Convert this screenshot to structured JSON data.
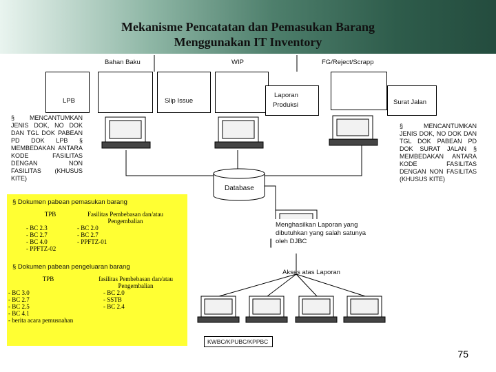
{
  "title": {
    "line1": "Mekanisme Pencatatan dan Pemasukan Barang",
    "line2": "Menggunakan IT Inventory"
  },
  "categories": {
    "raw": "Bahan Baku",
    "wip": "WIP",
    "fg": "FG/Reject/Scrapp"
  },
  "docs": {
    "lpb": "LPB",
    "slip": "Slip Issue",
    "laporan_line1": "Laporan",
    "laporan_line2": "Produksi",
    "surat_jalan": "Surat Jalan"
  },
  "notes": {
    "left": "§ MENCANTUMKAN JENIS DOK, NO DOK DAN TGL DOK PABEAN PD DOK LPB § MEMBEDAKAN ANTARA KODE FASILITAS DENGAN NON FASILITAS (KHUSUS KITE)",
    "right": "§ MENCANTUMKAN JENIS DOK, NO DOK DAN TGL DOK PABEAN PD DOK SURAT JALAN § MEMBEDAKAN ANTARA KODE FASILITAS DENGAN NON FASILITAS (KHUSUS KITE)"
  },
  "database": "Database",
  "report_text": "Menghasilkan Laporan yang dibutuhkan yang salah satunya oleh DJBC",
  "access_text": "Akses atas Laporan",
  "office": "KWBC/KPUBC/KPPBC",
  "import_panel": {
    "heading": "§ Dokumen pabean pemasukan barang",
    "col1": "TPB",
    "col2": "Fasilitas Pembebasan dan/atau Pengembalian",
    "col1_items": [
      "BC 2.3",
      "BC 2.7",
      "BC 4.0",
      "PPFTZ-02"
    ],
    "col2_items": [
      "BC 2.0",
      "BC 2.7",
      "PPFTZ-01"
    ]
  },
  "export_panel": {
    "heading": "§ Dokumen pabean pengeluaran barang",
    "col1": "TPB",
    "col2": "fasilitas Pembebasan dan/atau Pengembalian",
    "col1_items": [
      "BC 3.0",
      "BC 2.7",
      "BC 2.5",
      "BC 4.1",
      "berita acara pemusnahan"
    ],
    "col2_items": [
      "BC 2.0",
      "SSTB",
      "BC 2.4"
    ]
  },
  "page_number": "75"
}
